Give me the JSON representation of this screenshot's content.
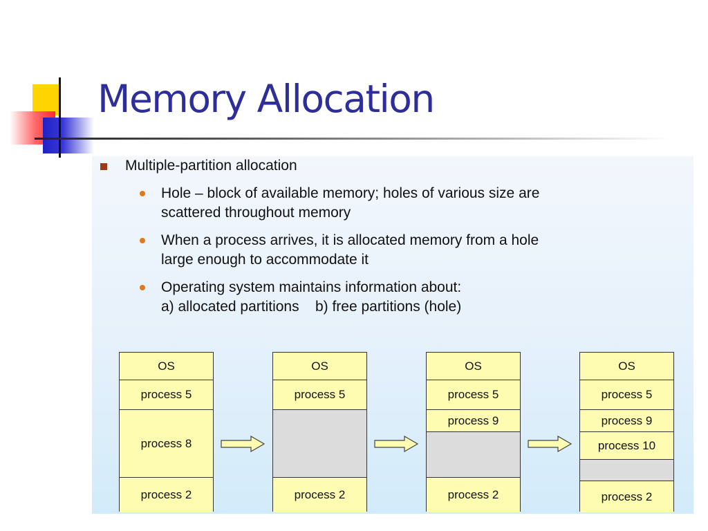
{
  "title": "Memory Allocation",
  "bullet": "Multiple-partition allocation",
  "subbullets": [
    {
      "lines": [
        "Hole – block of available memory; holes of various size are",
        "scattered throughout memory"
      ]
    },
    {
      "lines": [
        "When a process arrives, it is allocated memory from a hole",
        "large enough to accommodate it"
      ]
    },
    {
      "lines": [
        "Operating system maintains information about:",
        "a) allocated partitions    b) free partitions (hole)"
      ]
    }
  ],
  "colors": {
    "title": "#2e2e9a",
    "partition_fill": "#fdfcb0",
    "hole_fill": "#dcdcdc",
    "bullet_square": "#9b3b1a",
    "bullet_dot": "#e07a1a"
  },
  "memory_states": [
    {
      "cells": [
        {
          "label": "OS"
        },
        {
          "label": "process 5"
        },
        {
          "label": "process 8"
        },
        {
          "label": "process 2"
        }
      ]
    },
    {
      "cells": [
        {
          "label": "OS"
        },
        {
          "label": "process 5"
        },
        {
          "label": ""
        },
        {
          "label": "process 2"
        }
      ]
    },
    {
      "cells": [
        {
          "label": "OS"
        },
        {
          "label": "process 5"
        },
        {
          "label": "process 9"
        },
        {
          "label": ""
        },
        {
          "label": "process 2"
        }
      ]
    },
    {
      "cells": [
        {
          "label": "OS"
        },
        {
          "label": "process 5"
        },
        {
          "label": "process 9"
        },
        {
          "label": "process 10"
        },
        {
          "label": ""
        },
        {
          "label": "process 2"
        }
      ]
    }
  ]
}
